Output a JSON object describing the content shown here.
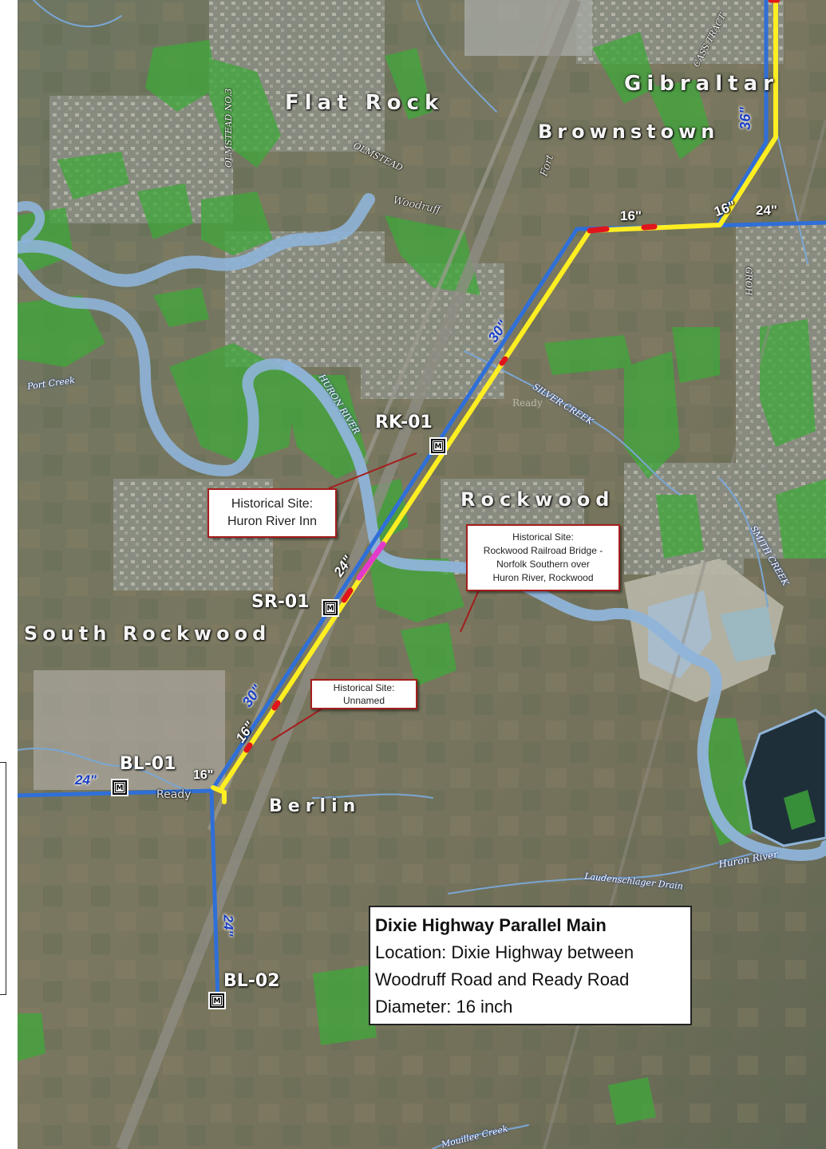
{
  "places": {
    "flat_rock": "Flat Rock",
    "gibraltar": "Gibraltar",
    "brownstown": "Brownstown",
    "rockwood": "Rockwood",
    "south_rockwood": "South Rockwood",
    "berlin": "Berlin"
  },
  "roads": {
    "olmstead_no3": "OLMSTEAD NO.3",
    "olmstead": "OLMSTEAD",
    "woodruff": "Woodruff",
    "fort": "Fort",
    "cass_tract": "CASS TRACT",
    "groh": "GROH",
    "ready_faint": "Ready",
    "ready": "Ready"
  },
  "waterways": {
    "port_creek": "Port Creek",
    "huron_river_upper": "HURON RIVER",
    "silver_creek": "SILVER CREEK",
    "smith_creek": "SMITH CREEK",
    "huron_river_lower": "Huron River",
    "laudenschlager": "Laudenschlager Drain",
    "mouillee": "Mouillee Creek"
  },
  "pipe_labels": {
    "d36": "36\"",
    "d16_top": "16\"",
    "d16_right": "16\"",
    "d24_right": "24\"",
    "d30_upper": "30\"",
    "d24_mid": "24\"",
    "d30_lower": "30\"",
    "d16_lower": "16\"",
    "d16_berlin": "16\"",
    "d24_west": "24\"",
    "d24_south": "24\""
  },
  "meters": {
    "rk01": "RK-01",
    "sr01": "SR-01",
    "bl01": "BL-01",
    "bl02": "BL-02",
    "symbol": "M"
  },
  "callouts": {
    "huron_inn": {
      "line1": "Historical Site:",
      "line2": "Huron River Inn"
    },
    "railroad_bridge": {
      "line1": "Historical Site:",
      "line2": "Rockwood Railroad Bridge -",
      "line3": "Norfolk Southern over",
      "line4": "Huron River, Rockwood"
    },
    "unnamed": {
      "line1": "Historical Site:",
      "line2": "Unnamed"
    }
  },
  "info": {
    "title": "Dixie Highway Parallel Main",
    "location_line1": "Location: Dixie Highway between",
    "location_line2": "Woodruff Road and Ready Road",
    "diameter": "Diameter: 16 inch"
  },
  "colors": {
    "existing_main": "#2f6fd8",
    "proposed_main": "#ffee22",
    "constraint": "#e0151c",
    "bridge_crossing": "#e43ac9",
    "river": "#8fb4d9",
    "green_space": "#3fa83a",
    "callout_border": "#a51d1d",
    "pipe_label_blue": "#1a3fc4"
  }
}
